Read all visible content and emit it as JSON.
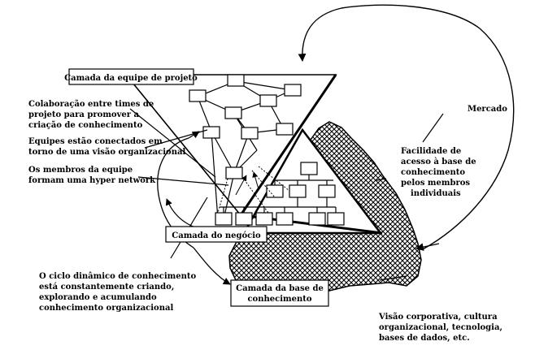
{
  "diagram": {
    "labels": {
      "team_layer": "Camada da equipe de projeto",
      "business_layer": "Camada do negócio",
      "kb_layer": [
        "Camada da base de",
        "conhecimento"
      ],
      "market": "Mercado",
      "collab": [
        "Colaboração entre times de",
        "projeto para promover a",
        "criação de conhecimento"
      ],
      "teams_connected": [
        "Equipes estão conectados em",
        "torno de uma visão organizacional"
      ],
      "hypernetwork": [
        "Os membros da equipe",
        "formam uma hyper network"
      ],
      "access": [
        "Facilidade de",
        "acesso à base de",
        "conhecimento",
        "pelos membros",
        "individuais"
      ],
      "cycle": [
        "O ciclo dinâmico de conhecimento",
        "está constantemente criando,",
        "explorando e acumulando",
        "conhecimento organizacional"
      ],
      "corporate": [
        "Visão corporativa, cultura",
        "organizacional, tecnologia,",
        "bases de dados, etc."
      ]
    }
  }
}
